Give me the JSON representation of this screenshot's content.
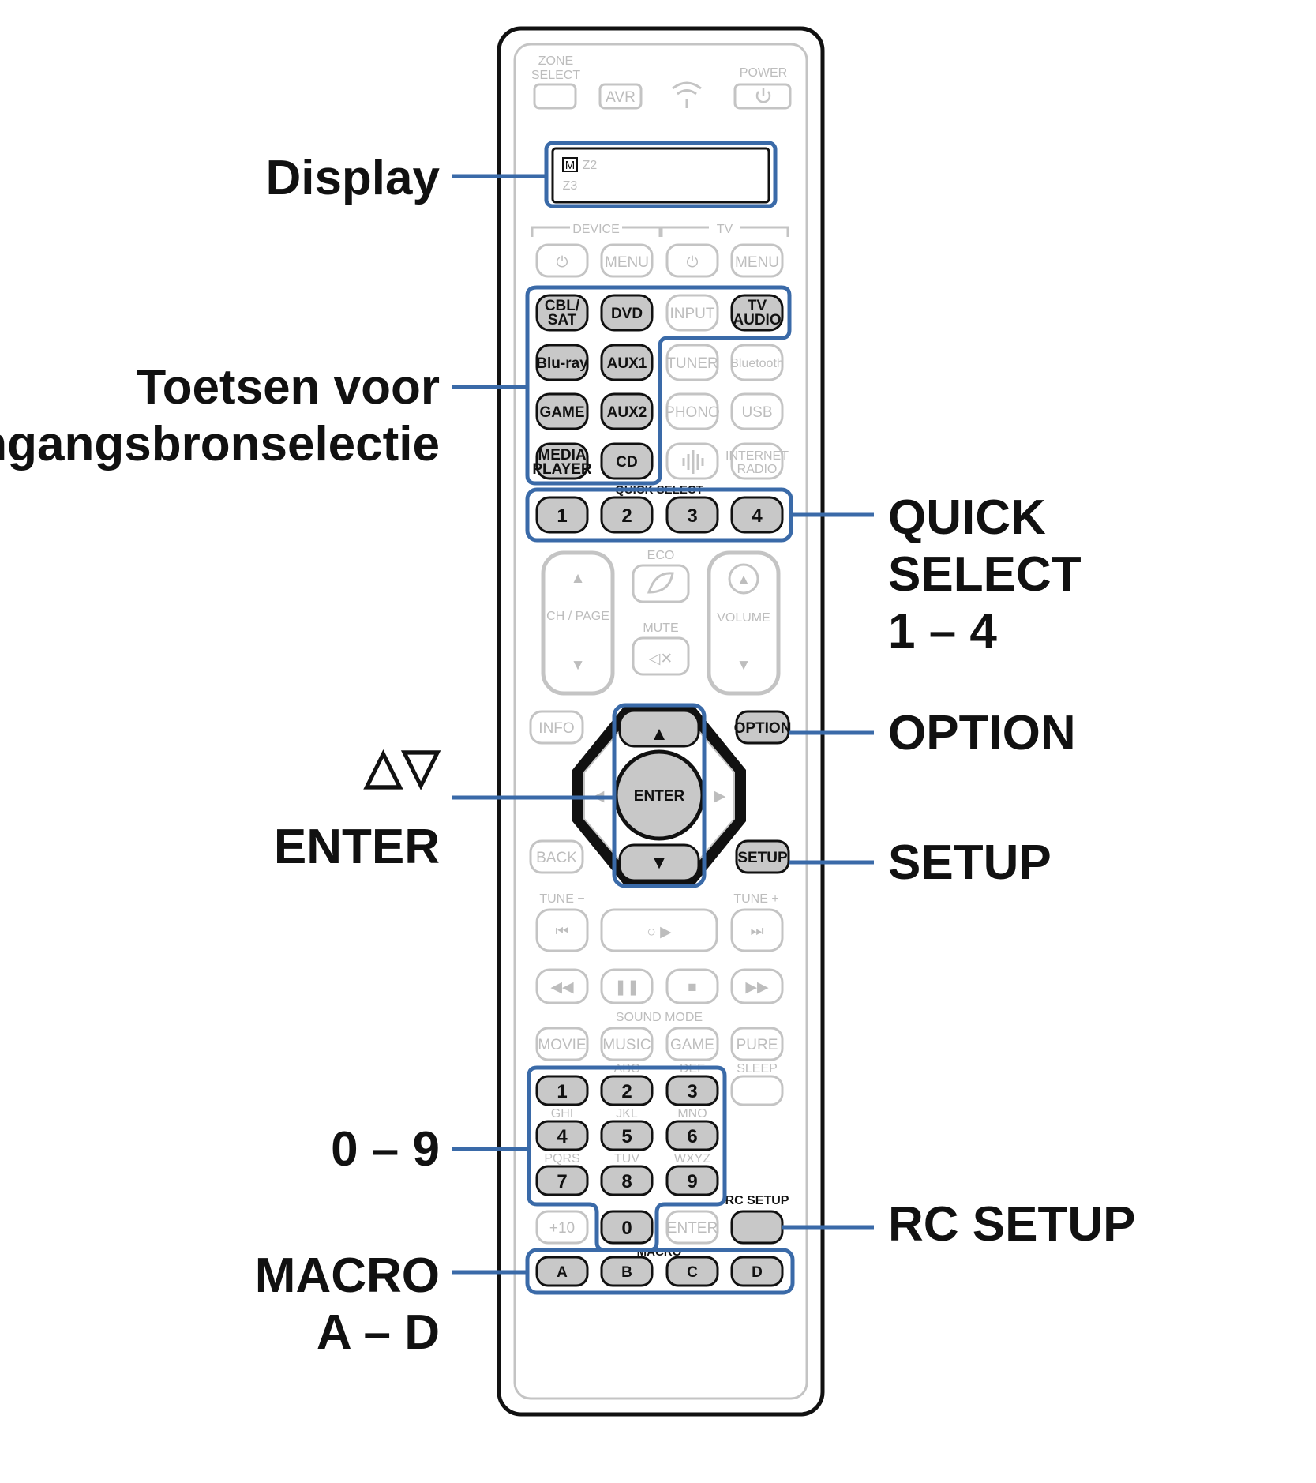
{
  "callouts": {
    "display": "Display",
    "input_line1": "Toetsen voor",
    "input_line2": "ingangsbronselectie",
    "arrows": "△▽",
    "enter": "ENTER",
    "digits": "0 – 9",
    "macro_line1": "MACRO",
    "macro_line2": "A – D",
    "quick_line1": "QUICK",
    "quick_line2": "SELECT",
    "quick_line3": "1 – 4",
    "option": "OPTION",
    "setup": "SETUP",
    "rc_setup": "RC SETUP"
  },
  "remote": {
    "zone_select_1": "ZONE",
    "zone_select_2": "SELECT",
    "avr": "AVR",
    "power": "POWER",
    "display_m": "M",
    "display_z2": "Z2",
    "display_z3": "Z3",
    "device": "DEVICE",
    "tv": "TV",
    "menu": "MENU",
    "cbl_sat_1": "CBL/",
    "cbl_sat_2": "SAT",
    "dvd": "DVD",
    "input": "INPUT",
    "tv_audio_1": "TV",
    "tv_audio_2": "AUDIO",
    "bluray": "Blu-ray",
    "aux1": "AUX1",
    "tuner": "TUNER",
    "bluetooth": "Bluetooth",
    "game": "GAME",
    "aux2": "AUX2",
    "phono": "PHONO",
    "usb": "USB",
    "media_player_1": "MEDIA",
    "media_player_2": "PLAYER",
    "cd": "CD",
    "internet_radio_1": "INTERNET",
    "internet_radio_2": "RADIO",
    "quick_select": "QUICK SELECT",
    "qs1": "1",
    "qs2": "2",
    "qs3": "3",
    "qs4": "4",
    "eco": "ECO",
    "ch_page": "CH / PAGE",
    "mute": "MUTE",
    "volume": "VOLUME",
    "info": "INFO",
    "option": "OPTION",
    "enter": "ENTER",
    "back": "BACK",
    "setup": "SETUP",
    "tune_minus": "TUNE −",
    "tune_plus": "TUNE +",
    "sound_mode": "SOUND MODE",
    "movie": "MOVIE",
    "music": "MUSIC",
    "game_mode": "GAME",
    "pure": "PURE",
    "sleep": "SLEEP",
    "abc": "ABC",
    "def": "DEF",
    "ghi": "GHI",
    "jkl": "JKL",
    "mno": "MNO",
    "pqrs": "PQRS",
    "tuv": "TUV",
    "wxyz": "WXYZ",
    "n1": "1",
    "n2": "2",
    "n3": "3",
    "n4": "4",
    "n5": "5",
    "n6": "6",
    "n7": "7",
    "n8": "8",
    "n9": "9",
    "n0": "0",
    "plus10": "+10",
    "enter_small": "ENTER",
    "rc_setup": "RC SETUP",
    "macro": "MACRO",
    "ma": "A",
    "mb": "B",
    "mc": "C",
    "md": "D"
  },
  "colors": {
    "highlight": "#3a6aa8",
    "active_button": "#c8c8c8",
    "inactive_outline": "#c4c4c4",
    "body_outline": "#111111"
  }
}
